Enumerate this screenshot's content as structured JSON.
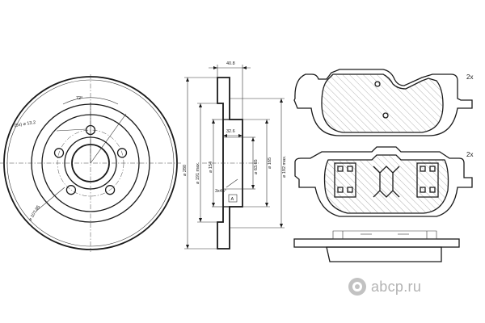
{
  "product": {
    "disc_count": "",
    "pad_upper_count": "2x",
    "pad_lower_count": "2x"
  },
  "disc_front": {
    "bolt_angle": "72°",
    "hole_spec": "(5x) ⌀ 13.2",
    "pcd": "⌀ 107.95"
  },
  "disc_section": {
    "thickness": "40.8",
    "hub_depth": "32.6",
    "outer_dia": "⌀ 280",
    "friction_inner": "⌀ 191 max.",
    "hub_dia": "⌀ 154",
    "center_bore": "⌀ 63.65",
    "hat_dia": "⌀ 165",
    "friction_outer": "⌀ 192 max.",
    "chamfer": "3x45°",
    "datum": "A"
  },
  "watermark": {
    "brand": "abcp.ru",
    "color": "#b3b3b3"
  },
  "colors": {
    "ink": "#1a1a1a",
    "background": "#ffffff",
    "hatch": "#555555"
  }
}
